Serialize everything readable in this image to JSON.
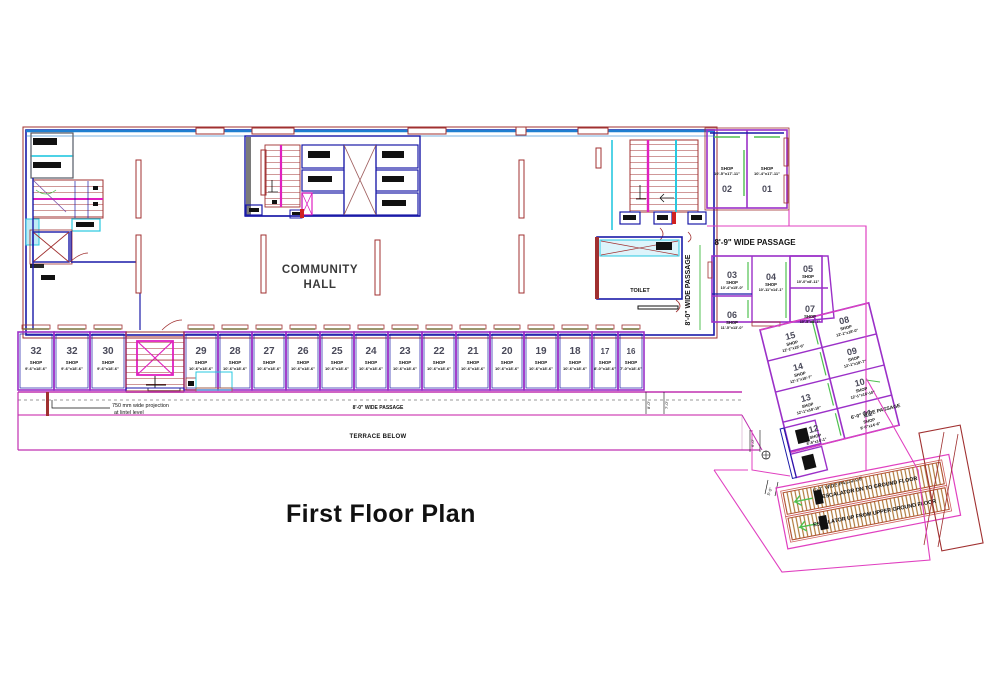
{
  "title": "First Floor Plan",
  "colors": {
    "shop_outline": "#9b30c8",
    "wall_navy": "#1a1aa8",
    "wall_red": "#a03030",
    "grid_blue": "#1f7fd0",
    "magenta": "#e020c0",
    "green_window": "#4fc04f",
    "cyan": "#28c8e0",
    "text": "#1a1a1a",
    "hatch_tan": "#c8a060",
    "pink_boundary": "#e040c0"
  },
  "labels": {
    "community_hall": "COMMUNITY\nHALL",
    "community_hall_line1": "COMMUNITY",
    "community_hall_line2": "HALL",
    "toilet": "TOILET",
    "terrace_below": "TERRACE BELOW",
    "passage_8_0_horizontal": "8'-0\" WIDE PASSAGE",
    "passage_8_0_vertical": "8'-0\" WIDE PASSAGE",
    "passage_8_9": "8'-9\" WIDE PASSAGE",
    "passage_6_0": "6'-0\" WIDE PASSAGE",
    "projection_note_line1": "750 mm wide projection",
    "projection_note_line2": "at lintel level",
    "escalator_down": "ESCALATOR DN TO GROUND FLOOR",
    "escalator_up": "ESCALATOR UP FROM UPPER GROUND FLOOR",
    "shop_word": "SHOP",
    "up": "UP",
    "dn": "DN"
  },
  "shop_row_bottom": [
    {
      "num": "32",
      "kind": "SHOP",
      "dim": "9'-6\"x18'-6\""
    },
    {
      "num": "32",
      "kind": "SHOP",
      "dim": "9'-6\"x18'-6\""
    },
    {
      "num": "30",
      "kind": "SHOP",
      "dim": "9'-6\"x18'-6\""
    },
    {
      "num": "29",
      "kind": "SHOP",
      "dim": "10'-6\"x18'-6\""
    },
    {
      "num": "28",
      "kind": "SHOP",
      "dim": "10'-6\"x18'-6\""
    },
    {
      "num": "27",
      "kind": "SHOP",
      "dim": "10'-6\"x18'-6\""
    },
    {
      "num": "26",
      "kind": "SHOP",
      "dim": "10'-6\"x18'-6\""
    },
    {
      "num": "25",
      "kind": "SHOP",
      "dim": "10'-6\"x18'-6\""
    },
    {
      "num": "24",
      "kind": "SHOP",
      "dim": "10'-6\"x18'-6\""
    },
    {
      "num": "23",
      "kind": "SHOP",
      "dim": "10'-6\"x18'-6\""
    },
    {
      "num": "22",
      "kind": "SHOP",
      "dim": "10'-6\"x18'-6\""
    },
    {
      "num": "21",
      "kind": "SHOP",
      "dim": "10'-6\"x18'-6\""
    },
    {
      "num": "20",
      "kind": "SHOP",
      "dim": "10'-6\"x18'-6\""
    },
    {
      "num": "19",
      "kind": "SHOP",
      "dim": "10'-6\"x18'-6\""
    },
    {
      "num": "18",
      "kind": "SHOP",
      "dim": "10'-6\"x18'-6\""
    },
    {
      "num": "17",
      "kind": "SHOP",
      "dim": "8'-0\"x18'-6\""
    },
    {
      "num": "16",
      "kind": "SHOP",
      "dim": "7'-0\"x18'-6\""
    }
  ],
  "shops_right_top": [
    {
      "num": "02",
      "kind": "SHOP",
      "dim": "10'-5\"x17'-11\""
    },
    {
      "num": "01",
      "kind": "SHOP",
      "dim": "10'-4\"x17'-11\""
    }
  ],
  "shops_right_cluster": [
    {
      "num": "03",
      "kind": "SHOP",
      "dim": "10'-4\"x15'-0\""
    },
    {
      "num": "04",
      "kind": "SHOP",
      "dim": "10'-11\"x14'-1\""
    },
    {
      "num": "05",
      "kind": "SHOP",
      "dim": "10'-0\"x8'-11\""
    },
    {
      "num": "06",
      "kind": "SHOP",
      "dim": "11'-5\"x13'-0\""
    },
    {
      "num": "07",
      "kind": "SHOP",
      "dim": "10'-5\"x8'-7\""
    }
  ],
  "shops_diagonal": [
    {
      "num": "08",
      "kind": "SHOP",
      "dim": "12'-1\"x18'-0\""
    },
    {
      "num": "09",
      "kind": "SHOP",
      "dim": "12'-1\"x18'-7\""
    },
    {
      "num": "10",
      "kind": "SHOP",
      "dim": "12'-1\"x18'-10\""
    },
    {
      "num": "11",
      "kind": "SHOP",
      "dim": "8'-5\"x14'-6\""
    },
    {
      "num": "12",
      "kind": "SHOP",
      "dim": "8'-5\"x14'-1\""
    },
    {
      "num": "13",
      "kind": "SHOP",
      "dim": "12'-1\"x18'-10\""
    },
    {
      "num": "14",
      "kind": "SHOP",
      "dim": "12'-1\"x18'-7\""
    },
    {
      "num": "15",
      "kind": "SHOP",
      "dim": "12'-1\"x18'-0\""
    }
  ]
}
